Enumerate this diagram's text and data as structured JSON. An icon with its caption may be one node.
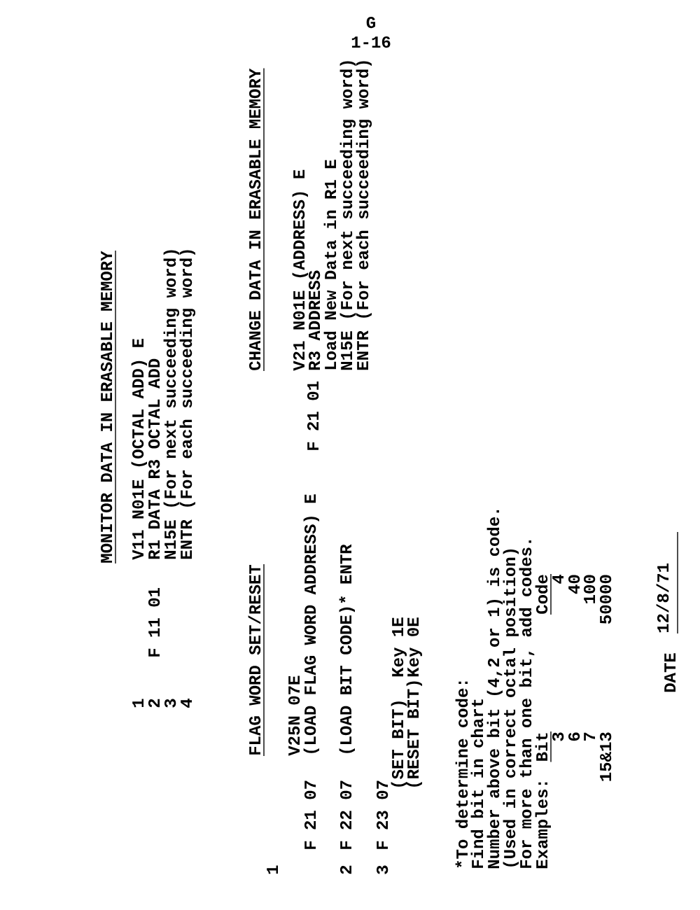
{
  "diagram": {
    "labels": [
      "G",
      "1-16",
      "MONITOR DATA IN ERASABLE MEMORY",
      "1",
      "2",
      "3",
      "4",
      "F 11 01",
      "V11 N01E (OCTAL ADD) E",
      "R1 DATA R3 OCTAL ADD",
      "N15E (For next succeeding word)",
      "ENTR (For each succeeding word)",
      "CHANGE DATA IN ERASABLE MEMORY",
      "F 21 01",
      "V21 N01E (ADDRESS) E",
      "R3 ADDRESS",
      "Load New Data in R1 E",
      "N15E (For next succeeding word)",
      "ENTR (For each succeeding word)",
      "FLAG WORD SET/RESET",
      "1",
      "V25N 07E",
      "F 21 07",
      "(LOAD FLAG WORD ADDRESS) E",
      "2",
      "F 22 07",
      "(LOAD BIT CODE)* ENTR",
      "3",
      "F 23 07",
      "(SET BIT)",
      "Key 1E",
      "(RESET BIT)",
      "Key 0E",
      "*To determine code:",
      "Find bit in chart",
      "Number above bit (4,2 or 1) is code.",
      "(Used in correct octal position)",
      "For more than one bit, add codes.",
      "Examples:",
      "Bit",
      "Code",
      "3",
      "4",
      "6",
      "40",
      "7",
      "100",
      "15&13",
      "50000",
      "DATE",
      "12/8/71"
    ]
  }
}
